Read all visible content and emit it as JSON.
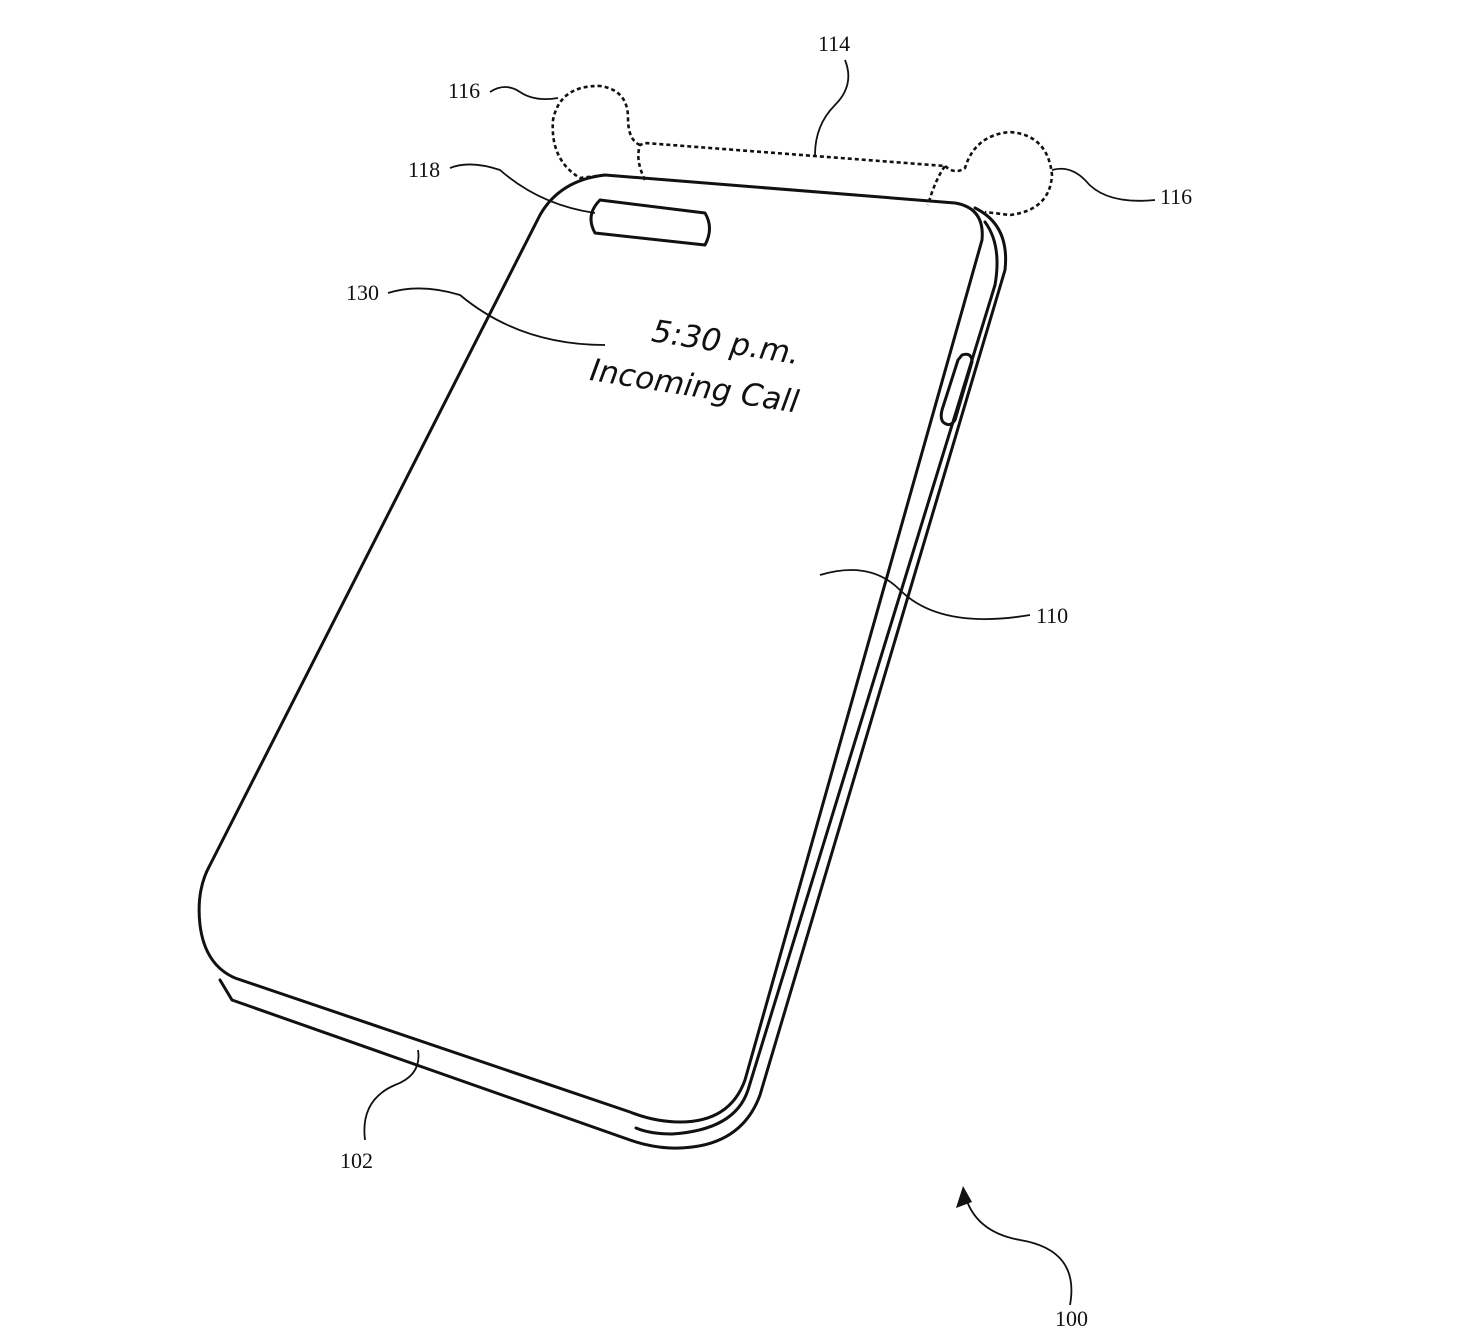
{
  "screen_text": {
    "time": "5:30 p.m.",
    "message": "Incoming Call"
  },
  "labels": {
    "device": "100",
    "housing": "102",
    "back_surface": "110",
    "strap": "114",
    "strap_end_left": "116",
    "strap_end_right": "116",
    "camera": "118",
    "display_region": "130"
  }
}
